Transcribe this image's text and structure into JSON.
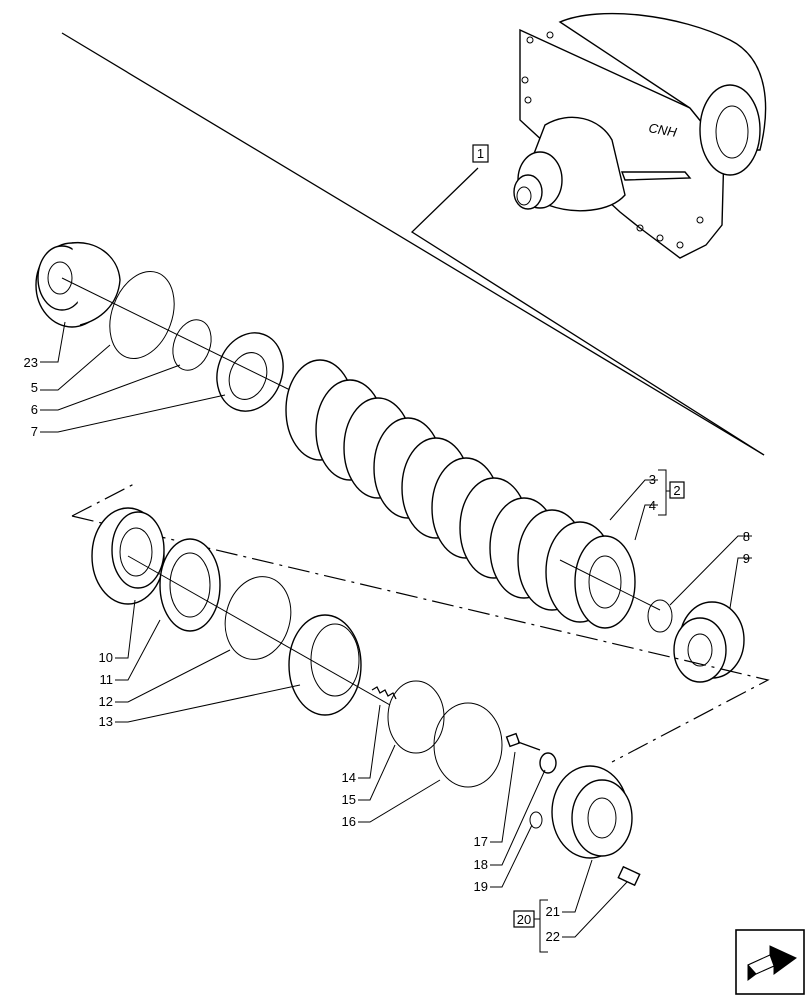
{
  "callouts": {
    "c1": "1",
    "c2": "2",
    "c3": "3",
    "c4": "4",
    "c5": "5",
    "c6": "6",
    "c7": "7",
    "c8": "8",
    "c9": "9",
    "c10": "10",
    "c11": "11",
    "c12": "12",
    "c13": "13",
    "c14": "14",
    "c15": "15",
    "c16": "16",
    "c17": "17",
    "c18": "18",
    "c19": "19",
    "c20": "20",
    "c21": "21",
    "c22": "22",
    "c23": "23"
  },
  "housing_logo": "CNH",
  "nav_icon": "next-page-arrow-icon"
}
